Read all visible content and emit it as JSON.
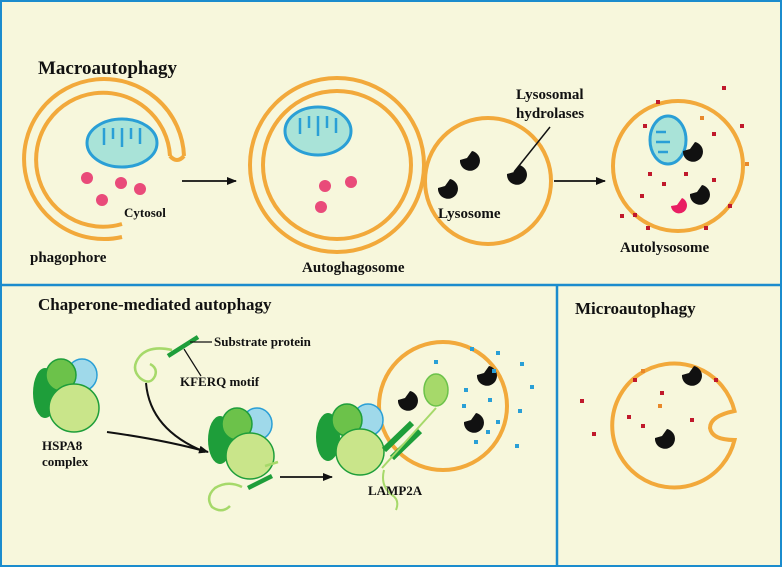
{
  "panels": {
    "macro": {
      "title": "Macroautophagy",
      "labels": {
        "cytosol": "Cytosol",
        "phagophore": "phagophore",
        "autophagosome": "Autoghagosome",
        "lysosome": "Lysosome",
        "hydrolases_line1": "Lysosomal",
        "hydrolases_line2": "hydrolases",
        "autolysosome": "Autolysosome"
      }
    },
    "cma": {
      "title": "Chaperone-mediated autophagy",
      "labels": {
        "substrate": "Substrate protein",
        "kferq": "KFERQ motif",
        "hspa8_line1": "HSPA8",
        "hspa8_line2": "complex",
        "lamp2a": "LAMP2A"
      }
    },
    "micro": {
      "title": "Microautophagy"
    }
  },
  "colors": {
    "panel_bg": "#f7f7dc",
    "border": "#1b8ccd",
    "membrane": "#f2a93b",
    "mito_fill": "#a9e3d8",
    "mito_stroke": "#2a9fd6",
    "cargo": "#e94b7a",
    "hydrolase": "#111111",
    "dark_green": "#1e9e3a",
    "mid_green": "#6cc24a",
    "light_green": "#c9e58a",
    "light_blue": "#9fd9ea",
    "debris_red": "#c0192c",
    "debris_blue": "#2a9fd6"
  }
}
